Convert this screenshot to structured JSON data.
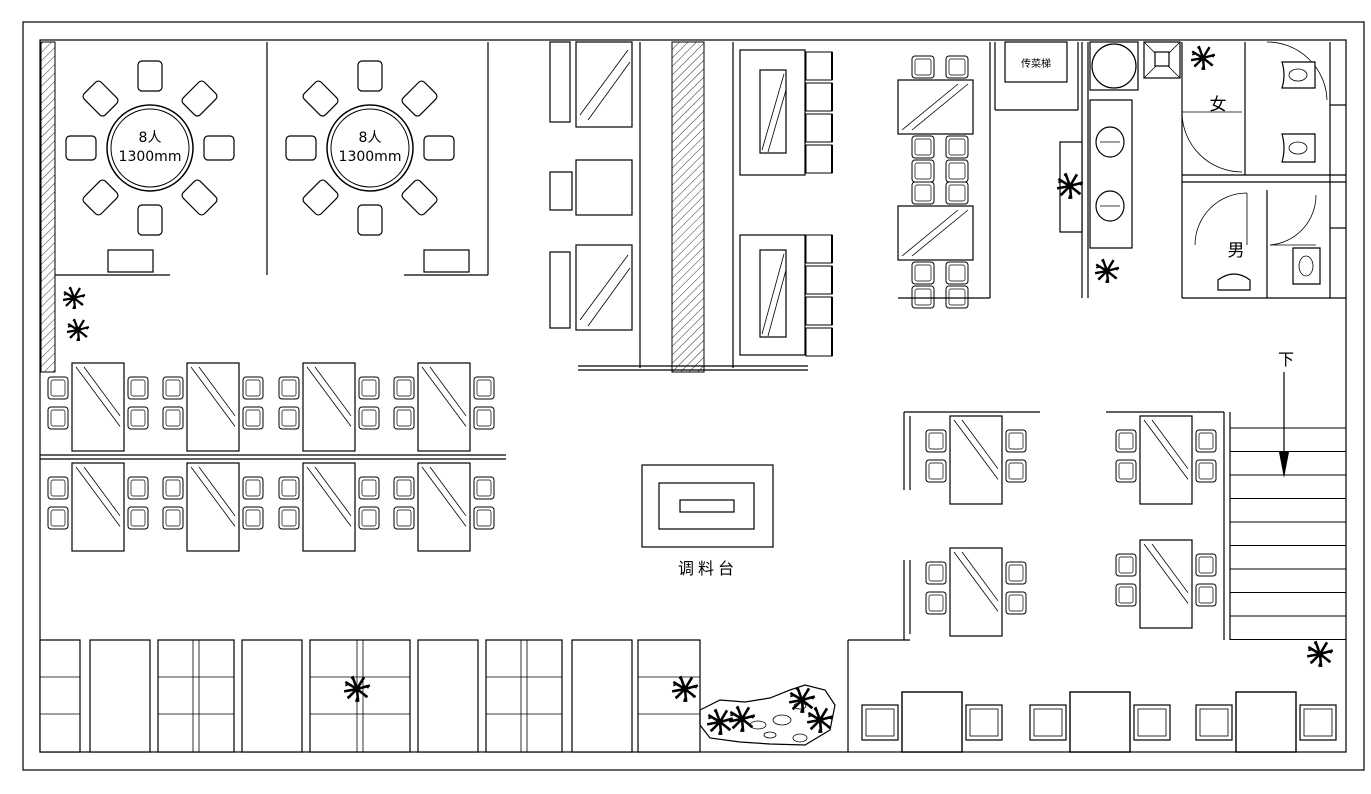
{
  "round_tables": [
    {
      "capacity": "8人",
      "diameter": "1300mm"
    },
    {
      "capacity": "8人",
      "diameter": "1300mm"
    }
  ],
  "labels": {
    "seasoning_station": "调料台",
    "women_restroom": "女",
    "men_restroom": "男",
    "stairs_down": "下",
    "small_room": "传菜梯"
  },
  "colors": {
    "line": "#000000",
    "background": "#ffffff"
  }
}
